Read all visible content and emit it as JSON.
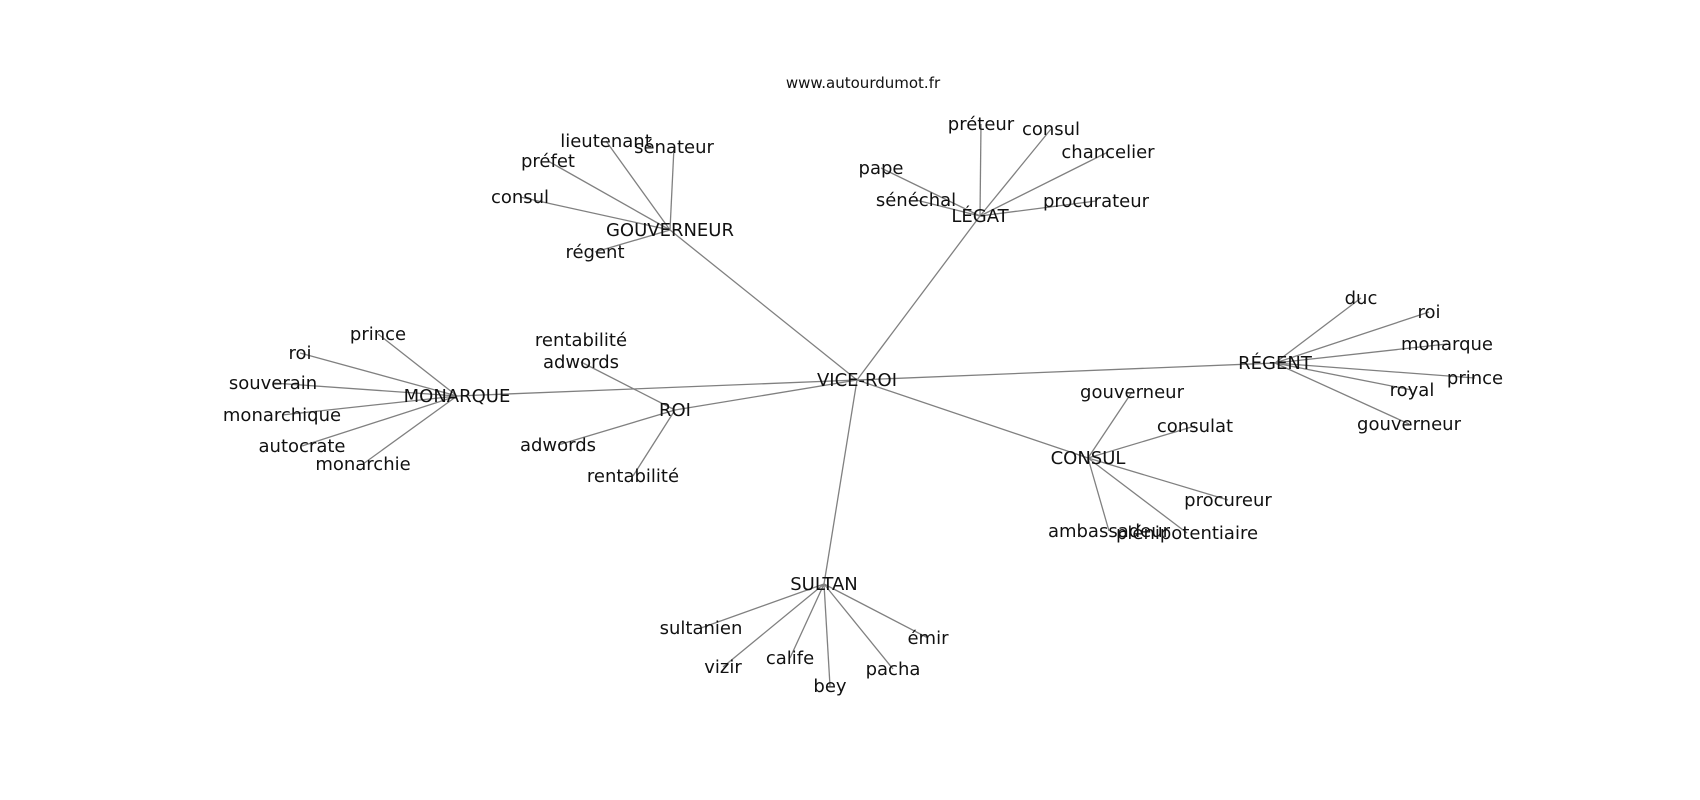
{
  "source_text": "www.autourdumot.fr",
  "graph": {
    "center": "VICE-ROI",
    "hubs": [
      "GOUVERNEUR",
      "LÉGAT",
      "MONARQUE",
      "ROI",
      "RÉGENT",
      "CONSUL",
      "SULTAN"
    ],
    "nodes": [
      {
        "id": "vice-roi",
        "label": "VICE-ROI"
      },
      {
        "id": "gouverneur",
        "label": "GOUVERNEUR"
      },
      {
        "id": "legat",
        "label": "LÉGAT"
      },
      {
        "id": "monarque",
        "label": "MONARQUE"
      },
      {
        "id": "roi",
        "label": "ROI"
      },
      {
        "id": "regent",
        "label": "RÉGENT"
      },
      {
        "id": "consul",
        "label": "CONSUL"
      },
      {
        "id": "sultan",
        "label": "SULTAN"
      },
      {
        "id": "g-lieutenant",
        "label": "lieutenant"
      },
      {
        "id": "g-senateur",
        "label": "sénateur"
      },
      {
        "id": "g-prefet",
        "label": "préfet"
      },
      {
        "id": "g-consul",
        "label": "consul"
      },
      {
        "id": "g-regent",
        "label": "régent"
      },
      {
        "id": "l-preteur",
        "label": "préteur"
      },
      {
        "id": "l-consul",
        "label": "consul"
      },
      {
        "id": "l-chancelier",
        "label": "chancelier"
      },
      {
        "id": "l-pape",
        "label": "pape"
      },
      {
        "id": "l-senechal",
        "label": "sénéchal"
      },
      {
        "id": "l-procurateur",
        "label": "procurateur"
      },
      {
        "id": "m-prince",
        "label": "prince"
      },
      {
        "id": "m-roi",
        "label": "roi"
      },
      {
        "id": "m-souverain",
        "label": "souverain"
      },
      {
        "id": "m-monarchique",
        "label": "monarchique"
      },
      {
        "id": "m-autocrate",
        "label": "autocrate"
      },
      {
        "id": "m-monarchie",
        "label": "monarchie"
      },
      {
        "id": "r-rentabilite1",
        "label": "rentabilité"
      },
      {
        "id": "r-adwords1",
        "label": "adwords"
      },
      {
        "id": "r-adwords2",
        "label": "adwords"
      },
      {
        "id": "r-rentabilite2",
        "label": "rentabilité"
      },
      {
        "id": "rg-duc",
        "label": "duc"
      },
      {
        "id": "rg-roi",
        "label": "roi"
      },
      {
        "id": "rg-monarque",
        "label": "monarque"
      },
      {
        "id": "rg-prince",
        "label": "prince"
      },
      {
        "id": "rg-royal",
        "label": "royal"
      },
      {
        "id": "rg-gouverneur",
        "label": "gouverneur"
      },
      {
        "id": "c-gouverneur",
        "label": "gouverneur"
      },
      {
        "id": "c-consulat",
        "label": "consulat"
      },
      {
        "id": "c-procureur",
        "label": "procureur"
      },
      {
        "id": "c-ambassadeur",
        "label": "ambassadeur"
      },
      {
        "id": "c-plenipotentiaire",
        "label": "plénipotentiaire"
      },
      {
        "id": "s-sultanien",
        "label": "sultanien"
      },
      {
        "id": "s-emir",
        "label": "émir"
      },
      {
        "id": "s-vizir",
        "label": "vizir"
      },
      {
        "id": "s-calife",
        "label": "calife"
      },
      {
        "id": "s-pacha",
        "label": "pacha"
      },
      {
        "id": "s-bey",
        "label": "bey"
      }
    ],
    "edges": [
      [
        "vice-roi",
        "gouverneur"
      ],
      [
        "vice-roi",
        "legat"
      ],
      [
        "vice-roi",
        "monarque"
      ],
      [
        "vice-roi",
        "roi"
      ],
      [
        "vice-roi",
        "regent"
      ],
      [
        "vice-roi",
        "consul"
      ],
      [
        "vice-roi",
        "sultan"
      ],
      [
        "gouverneur",
        "g-lieutenant"
      ],
      [
        "gouverneur",
        "g-senateur"
      ],
      [
        "gouverneur",
        "g-prefet"
      ],
      [
        "gouverneur",
        "g-consul"
      ],
      [
        "gouverneur",
        "g-regent"
      ],
      [
        "legat",
        "l-preteur"
      ],
      [
        "legat",
        "l-consul"
      ],
      [
        "legat",
        "l-chancelier"
      ],
      [
        "legat",
        "l-pape"
      ],
      [
        "legat",
        "l-senechal"
      ],
      [
        "legat",
        "l-procurateur"
      ],
      [
        "monarque",
        "m-prince"
      ],
      [
        "monarque",
        "m-roi"
      ],
      [
        "monarque",
        "m-souverain"
      ],
      [
        "monarque",
        "m-monarchique"
      ],
      [
        "monarque",
        "m-autocrate"
      ],
      [
        "monarque",
        "m-monarchie"
      ],
      [
        "roi",
        "r-adwords1"
      ],
      [
        "roi",
        "r-adwords2"
      ],
      [
        "roi",
        "r-rentabilite2"
      ],
      [
        "regent",
        "rg-duc"
      ],
      [
        "regent",
        "rg-roi"
      ],
      [
        "regent",
        "rg-monarque"
      ],
      [
        "regent",
        "rg-prince"
      ],
      [
        "regent",
        "rg-royal"
      ],
      [
        "regent",
        "rg-gouverneur"
      ],
      [
        "consul",
        "c-gouverneur"
      ],
      [
        "consul",
        "c-consulat"
      ],
      [
        "consul",
        "c-procureur"
      ],
      [
        "consul",
        "c-ambassadeur"
      ],
      [
        "consul",
        "c-plenipotentiaire"
      ],
      [
        "sultan",
        "s-sultanien"
      ],
      [
        "sultan",
        "s-emir"
      ],
      [
        "sultan",
        "s-vizir"
      ],
      [
        "sultan",
        "s-calife"
      ],
      [
        "sultan",
        "s-pacha"
      ],
      [
        "sultan",
        "s-bey"
      ]
    ]
  }
}
